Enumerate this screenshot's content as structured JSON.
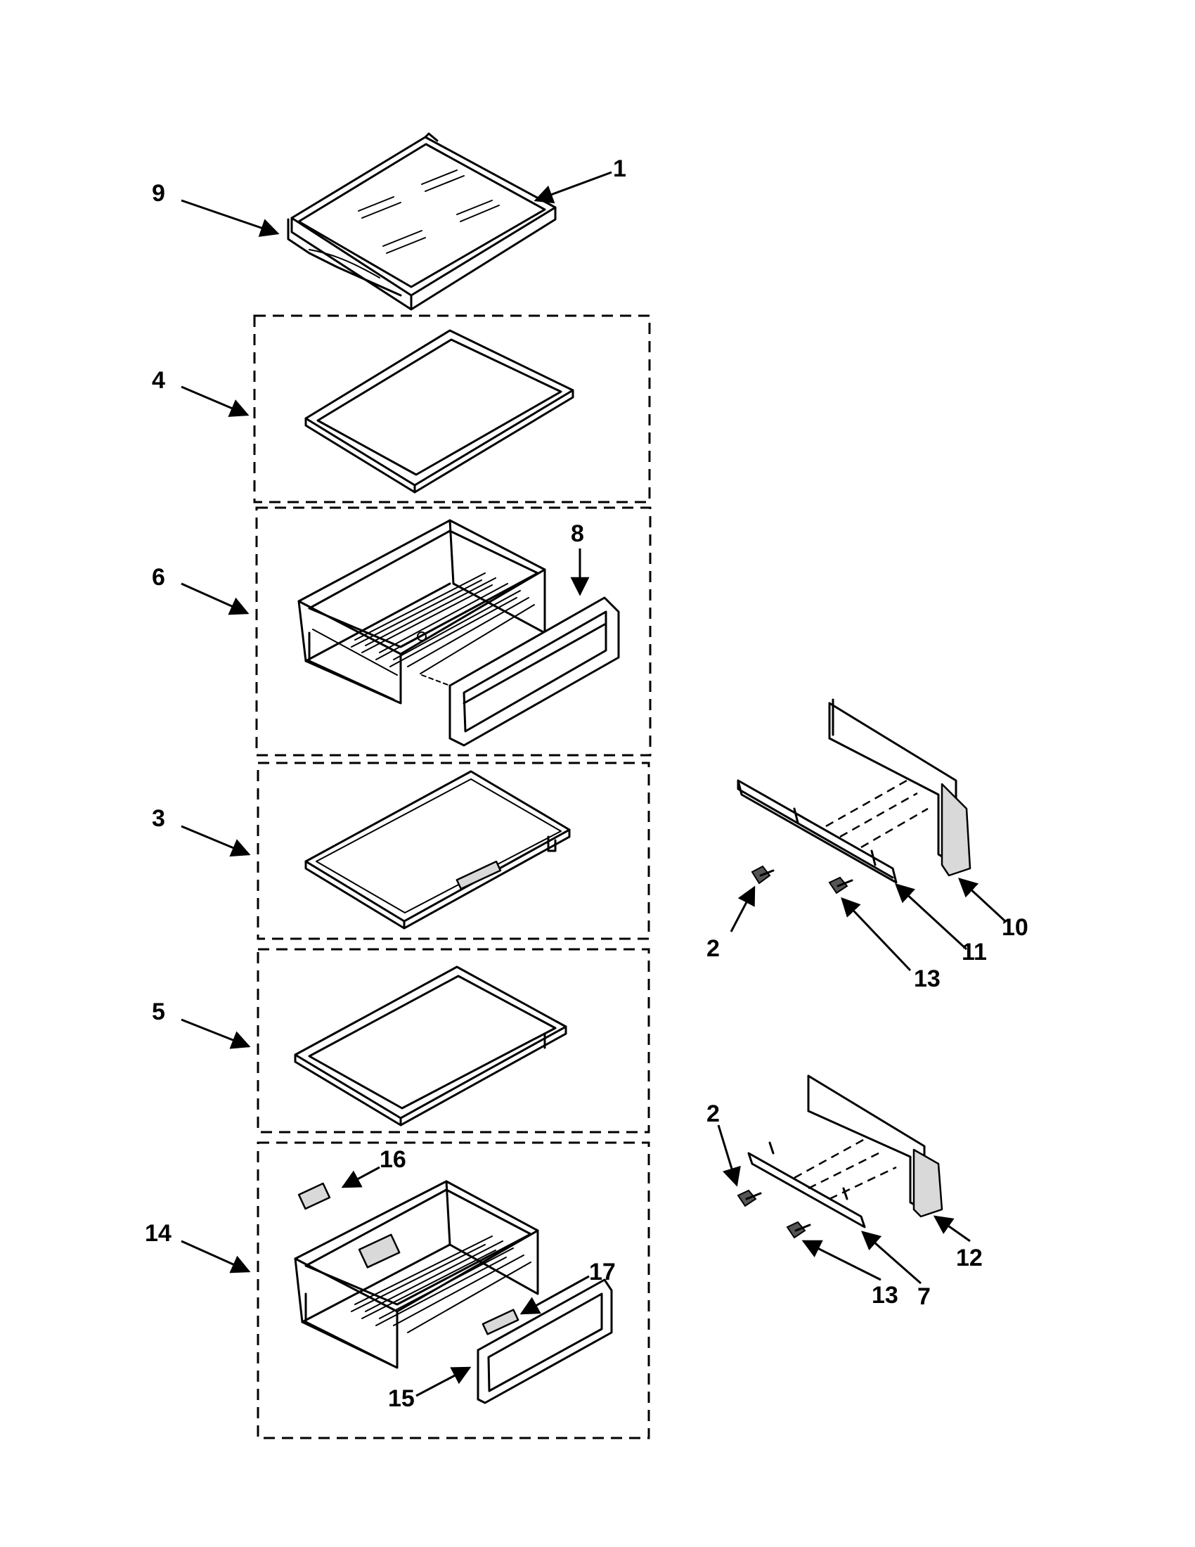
{
  "labels": {
    "p1": "1",
    "p2a": "2",
    "p2b": "2",
    "p3": "3",
    "p4": "4",
    "p5": "5",
    "p6": "6",
    "p7": "7",
    "p8": "8",
    "p9": "9",
    "p10": "10",
    "p11": "11",
    "p12": "12",
    "p13a": "13",
    "p13b": "13",
    "p14": "14",
    "p15": "15",
    "p16": "16",
    "p17": "17"
  }
}
